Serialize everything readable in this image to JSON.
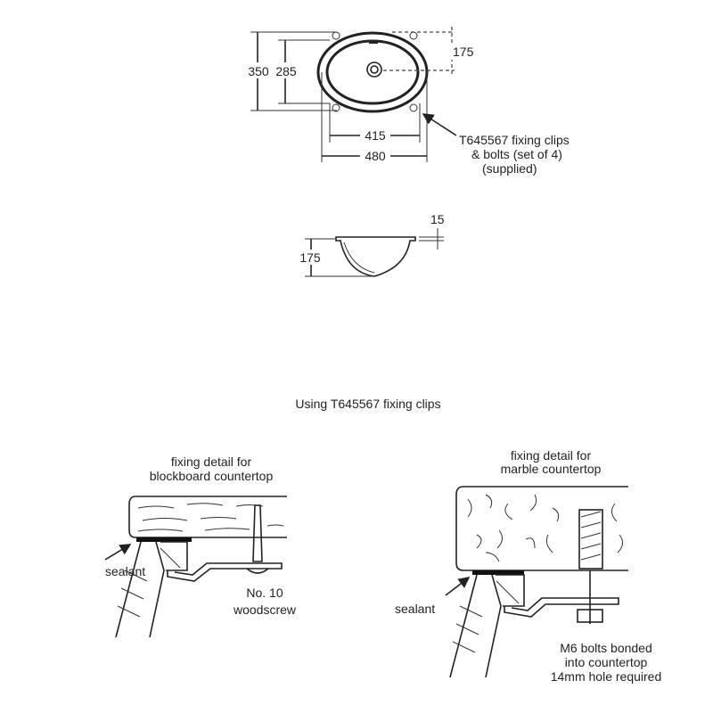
{
  "top_view": {
    "dim_overall_depth": "350",
    "dim_bowl_depth": "285",
    "dim_waste_offset": "175",
    "dim_bowl_width": "415",
    "dim_overall_width": "480",
    "clip_note": [
      "T645567 fixing clips",
      "& bolts (set of 4)",
      "(supplied)"
    ]
  },
  "side_view": {
    "dim_rim": "15",
    "dim_height": "175"
  },
  "section_title": "Using T645567 fixing clips",
  "blockboard_detail": {
    "title": [
      "fixing detail for",
      "blockboard countertop"
    ],
    "sealant_label": "sealant",
    "screw_label": [
      "No. 10",
      "woodscrew"
    ]
  },
  "marble_detail": {
    "title": [
      "fixing detail for",
      "marble countertop"
    ],
    "sealant_label": "sealant",
    "bolt_label": [
      "M6 bolts bonded",
      "into countertop",
      "14mm hole required"
    ]
  }
}
